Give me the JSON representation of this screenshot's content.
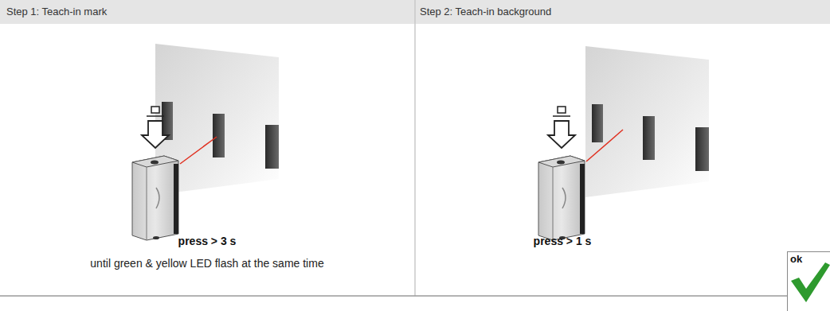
{
  "diagram": {
    "nodes": [
      {
        "text": [
          "Step 1: Teach-in mark",
          "press > 3 s",
          "until green & yellow LED flash at the same time"
        ]
      },
      {
        "text": [
          "Step 2: Teach-in background",
          "press > 1 s"
        ]
      },
      {
        "text": [
          "ok"
        ]
      }
    ]
  }
}
